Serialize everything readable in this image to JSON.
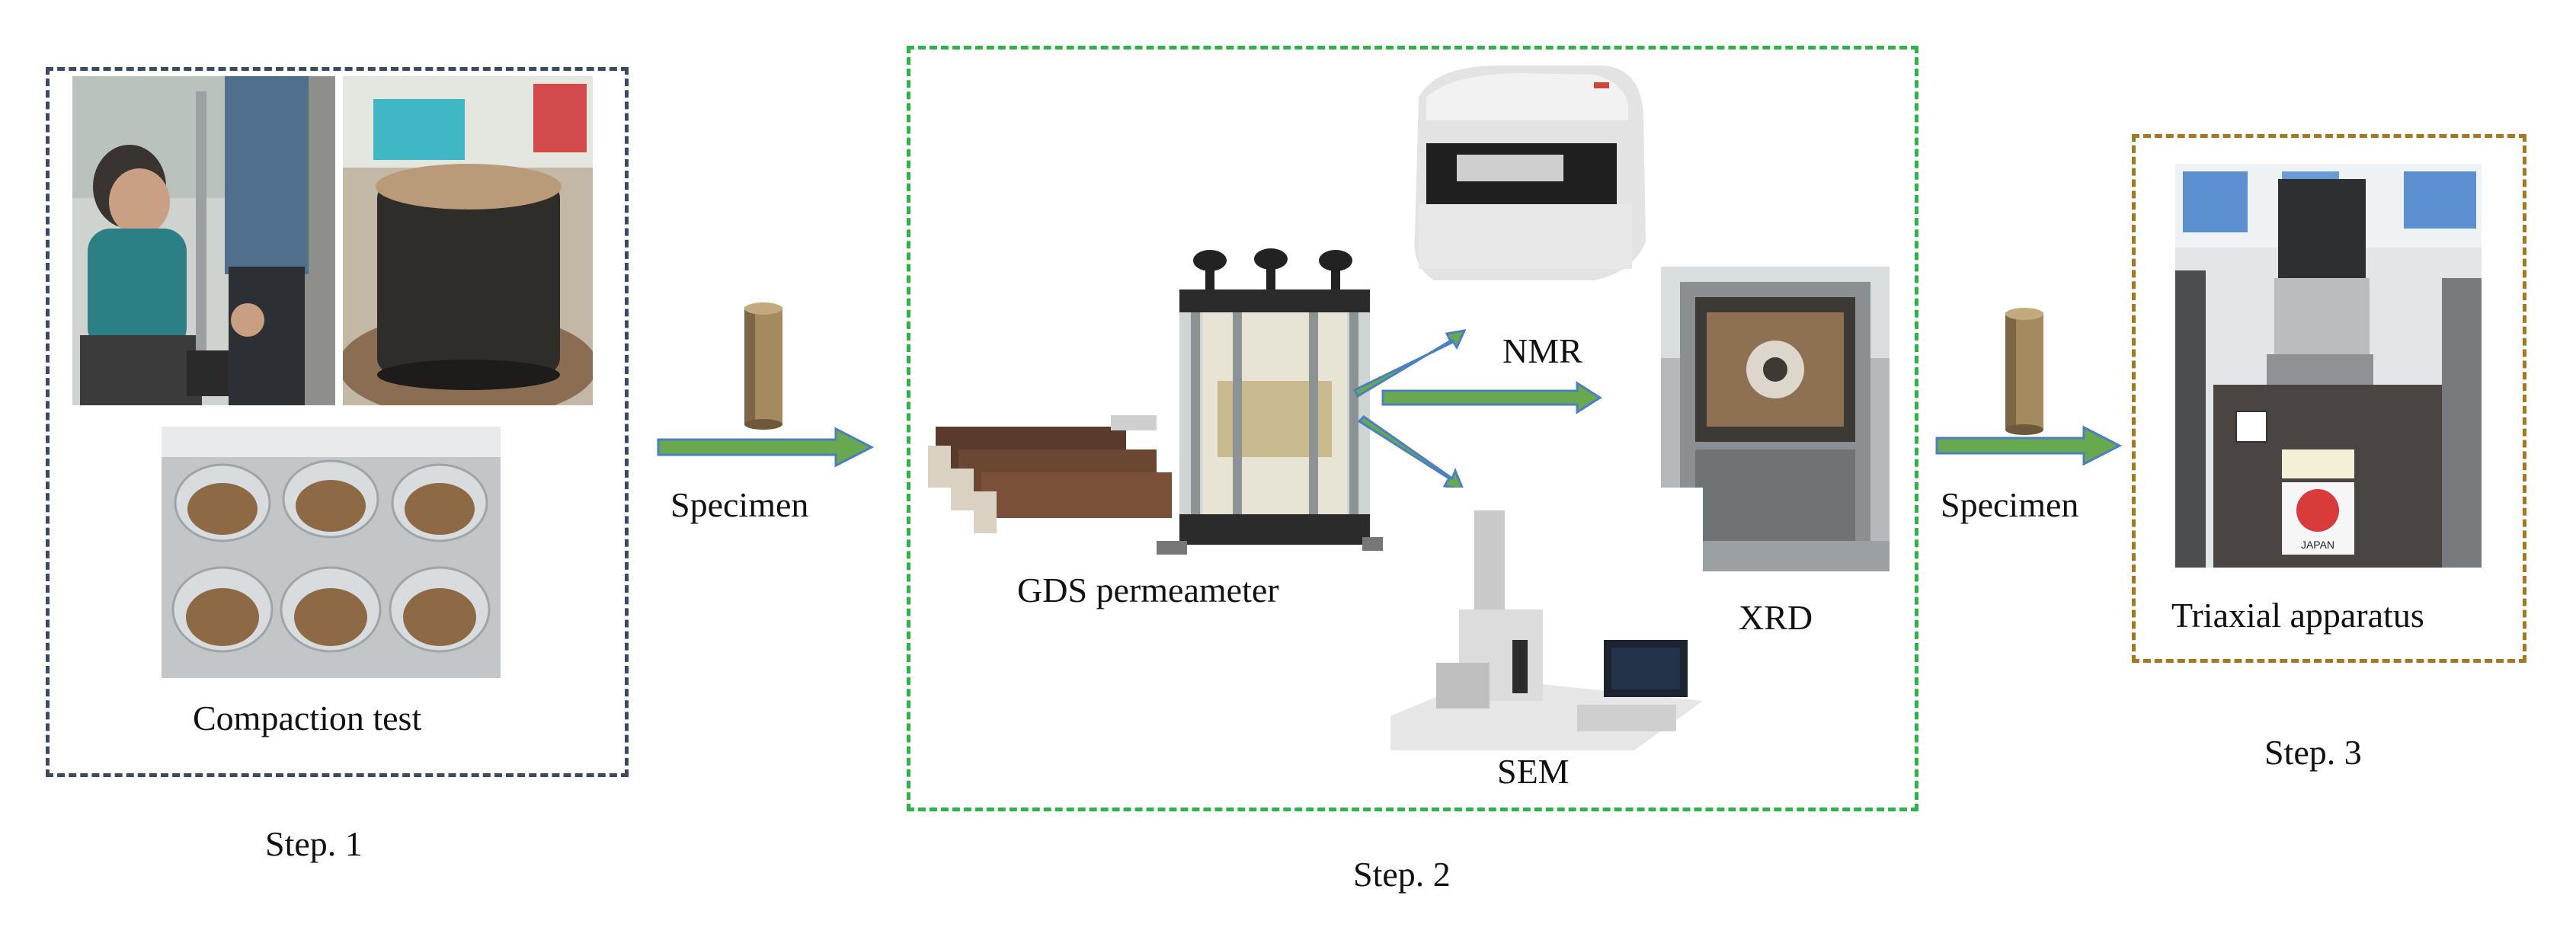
{
  "steps": {
    "step1": "Step. 1",
    "step2": "Step. 2",
    "step3": "Step. 3"
  },
  "labels": {
    "compaction_test": "Compaction test",
    "specimen_left": "Specimen",
    "specimen_right": "Specimen",
    "gds_permeameter": "GDS permeameter",
    "nmr": "NMR",
    "xrd": "XRD",
    "sem": "SEM",
    "triaxial_apparatus": "Triaxial apparatus",
    "japan_badge": "JAPAN"
  },
  "colors": {
    "step1_border": "#3b4a5e",
    "step2_border": "#2db34a",
    "step3_border": "#a3781e",
    "arrow_fill": "#6aa84f",
    "arrow_stroke": "#4a7fc1",
    "specimen": "#a38b5f"
  }
}
